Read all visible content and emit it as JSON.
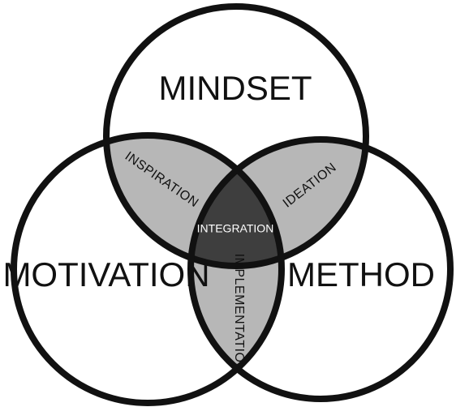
{
  "diagram": {
    "circles": {
      "top": "MINDSET",
      "left": "MOTIVATION",
      "right": "METHOD"
    },
    "intersections": {
      "top_left": "INSPIRATION",
      "top_right": "IDEATION",
      "left_right": "IMPLEMENTATION",
      "center": "INTEGRATION"
    },
    "colors": {
      "outline": "#111111",
      "background": "#ffffff",
      "pair_overlap": "#b7b7b7",
      "center_overlap": "#3e3e3e"
    }
  }
}
